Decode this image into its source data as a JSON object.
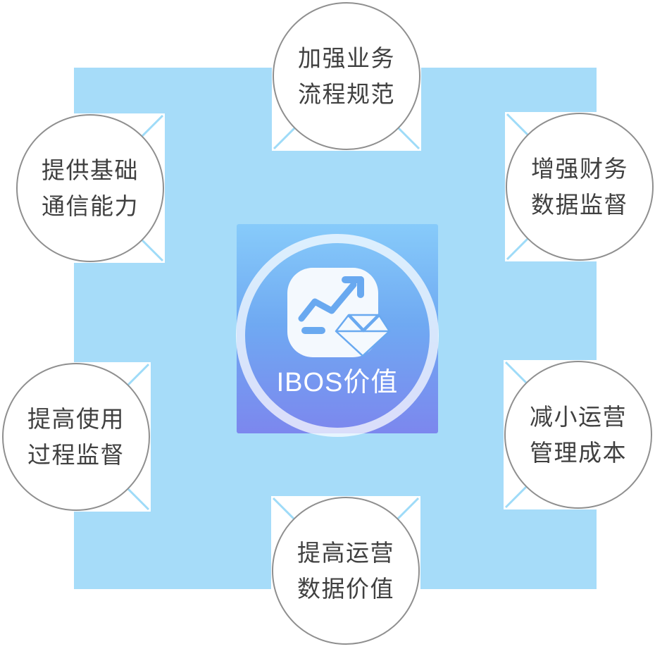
{
  "diagram": {
    "title": "IBOS价值",
    "center": {
      "label": "IBOS价值",
      "icon": "chart-trend-and-diamond"
    },
    "nodes": [
      {
        "position": "top",
        "lines": [
          "加强业务",
          "流程规范"
        ]
      },
      {
        "position": "top-left",
        "lines": [
          "提供基础",
          "通信能力"
        ]
      },
      {
        "position": "top-right",
        "lines": [
          "增强财务",
          "数据监督"
        ]
      },
      {
        "position": "bottom-left",
        "lines": [
          "提高使用",
          "过程监督"
        ]
      },
      {
        "position": "bottom-right",
        "lines": [
          "减小运营",
          "管理成本"
        ]
      },
      {
        "position": "bottom",
        "lines": [
          "提高运营",
          "数据价值"
        ]
      }
    ],
    "colors": {
      "panel_blue": "#a6dcf9",
      "notch_line_blue": "#9edbf8",
      "center_gradient_top": "#87cbfa",
      "center_gradient_bottom": "#7c87ee",
      "ring_white": "rgba(255,255,255,0.72)",
      "icon_blue": "#69a9f0",
      "icon_white": "#f4f9fe",
      "circle_border_gray": "#8f8f8f",
      "node_text": "#404040",
      "center_text": "#ffffff"
    }
  }
}
